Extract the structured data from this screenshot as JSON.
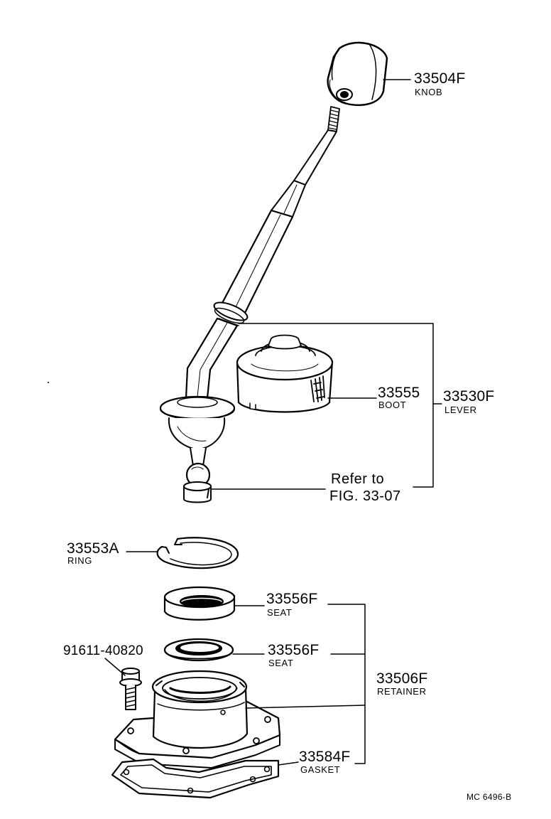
{
  "parts": [
    {
      "id": "knob",
      "number": "33504F",
      "name": "KNOB"
    },
    {
      "id": "lever",
      "number": "33530F",
      "name": "LEVER"
    },
    {
      "id": "boot",
      "number": "33555",
      "name": "BOOT"
    },
    {
      "id": "ring",
      "number": "33553A",
      "name": "RING"
    },
    {
      "id": "seat_upper",
      "number": "33556F",
      "name": "SEAT"
    },
    {
      "id": "seat_lower",
      "number": "33556F",
      "name": "SEAT"
    },
    {
      "id": "bolt",
      "number": "91611-40820",
      "name": ""
    },
    {
      "id": "retainer",
      "number": "33506F",
      "name": "RETAINER"
    },
    {
      "id": "gasket",
      "number": "33584F",
      "name": "GASKET"
    }
  ],
  "reference": {
    "line1": "Refer to",
    "line2": "FIG. 33-07"
  },
  "diagram_code": "MC  6496-B"
}
